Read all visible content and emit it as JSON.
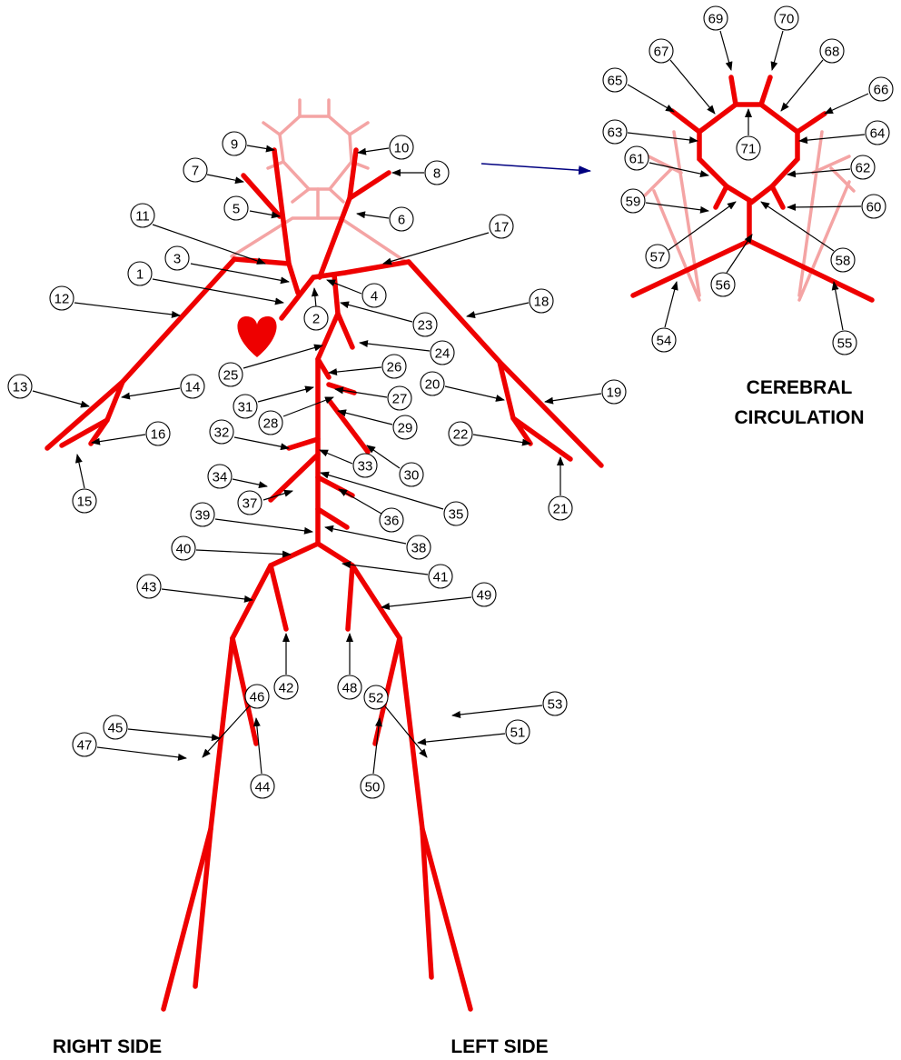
{
  "labels": {
    "right_side": "RIGHT SIDE",
    "left_side": "LEFT SIDE",
    "cerebral_line1": "CEREBRAL",
    "cerebral_line2": "CIRCULATION"
  },
  "colors": {
    "artery": "#ee0000",
    "artery_faded": "#f4a4a4",
    "pointer_arrow": "#000000",
    "link_arrow": "#000080",
    "heart": "#ee0000"
  },
  "icons": {
    "heart": "heart-icon"
  },
  "callouts": [
    "1",
    "2",
    "3",
    "4",
    "5",
    "6",
    "7",
    "8",
    "9",
    "10",
    "11",
    "12",
    "13",
    "14",
    "15",
    "16",
    "17",
    "18",
    "19",
    "20",
    "21",
    "22",
    "23",
    "24",
    "25",
    "26",
    "27",
    "28",
    "29",
    "30",
    "31",
    "32",
    "33",
    "34",
    "35",
    "36",
    "37",
    "38",
    "39",
    "40",
    "41",
    "42",
    "43",
    "44",
    "45",
    "46",
    "47",
    "48",
    "49",
    "50",
    "51",
    "52",
    "53",
    "54",
    "55",
    "56",
    "57",
    "58",
    "59",
    "60",
    "61",
    "62",
    "63",
    "64",
    "65",
    "66",
    "67",
    "68",
    "69",
    "70",
    "71"
  ]
}
